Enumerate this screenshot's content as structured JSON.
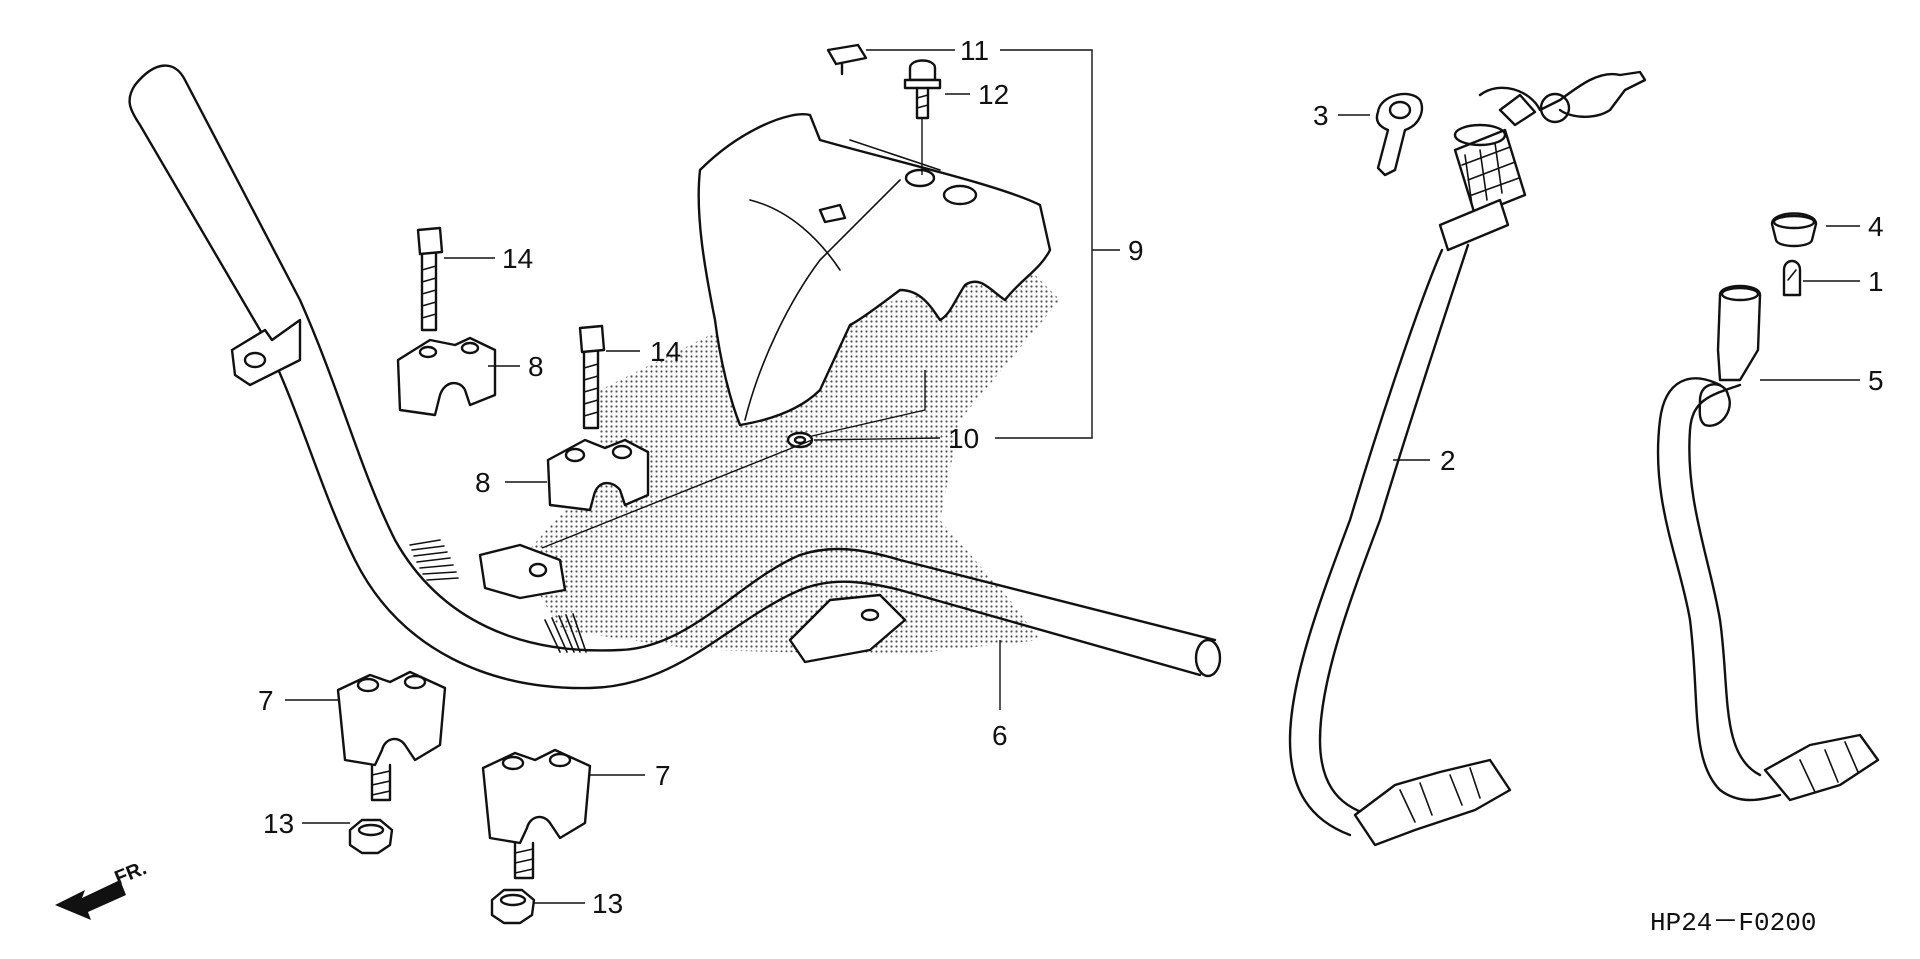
{
  "diagram": {
    "code": "HP24－F0200",
    "direction_label": "FR.",
    "callouts": [
      {
        "id": "c1",
        "text": "1"
      },
      {
        "id": "c2",
        "text": "2"
      },
      {
        "id": "c3",
        "text": "3"
      },
      {
        "id": "c4",
        "text": "4"
      },
      {
        "id": "c5",
        "text": "5"
      },
      {
        "id": "c6",
        "text": "6"
      },
      {
        "id": "c7a",
        "text": "7"
      },
      {
        "id": "c7b",
        "text": "7"
      },
      {
        "id": "c8a",
        "text": "8"
      },
      {
        "id": "c8b",
        "text": "8"
      },
      {
        "id": "c9",
        "text": "9"
      },
      {
        "id": "c10",
        "text": "10"
      },
      {
        "id": "c11",
        "text": "11"
      },
      {
        "id": "c12",
        "text": "12"
      },
      {
        "id": "c13a",
        "text": "13"
      },
      {
        "id": "c13b",
        "text": "13"
      },
      {
        "id": "c14a",
        "text": "14"
      },
      {
        "id": "c14b",
        "text": "14"
      }
    ]
  }
}
